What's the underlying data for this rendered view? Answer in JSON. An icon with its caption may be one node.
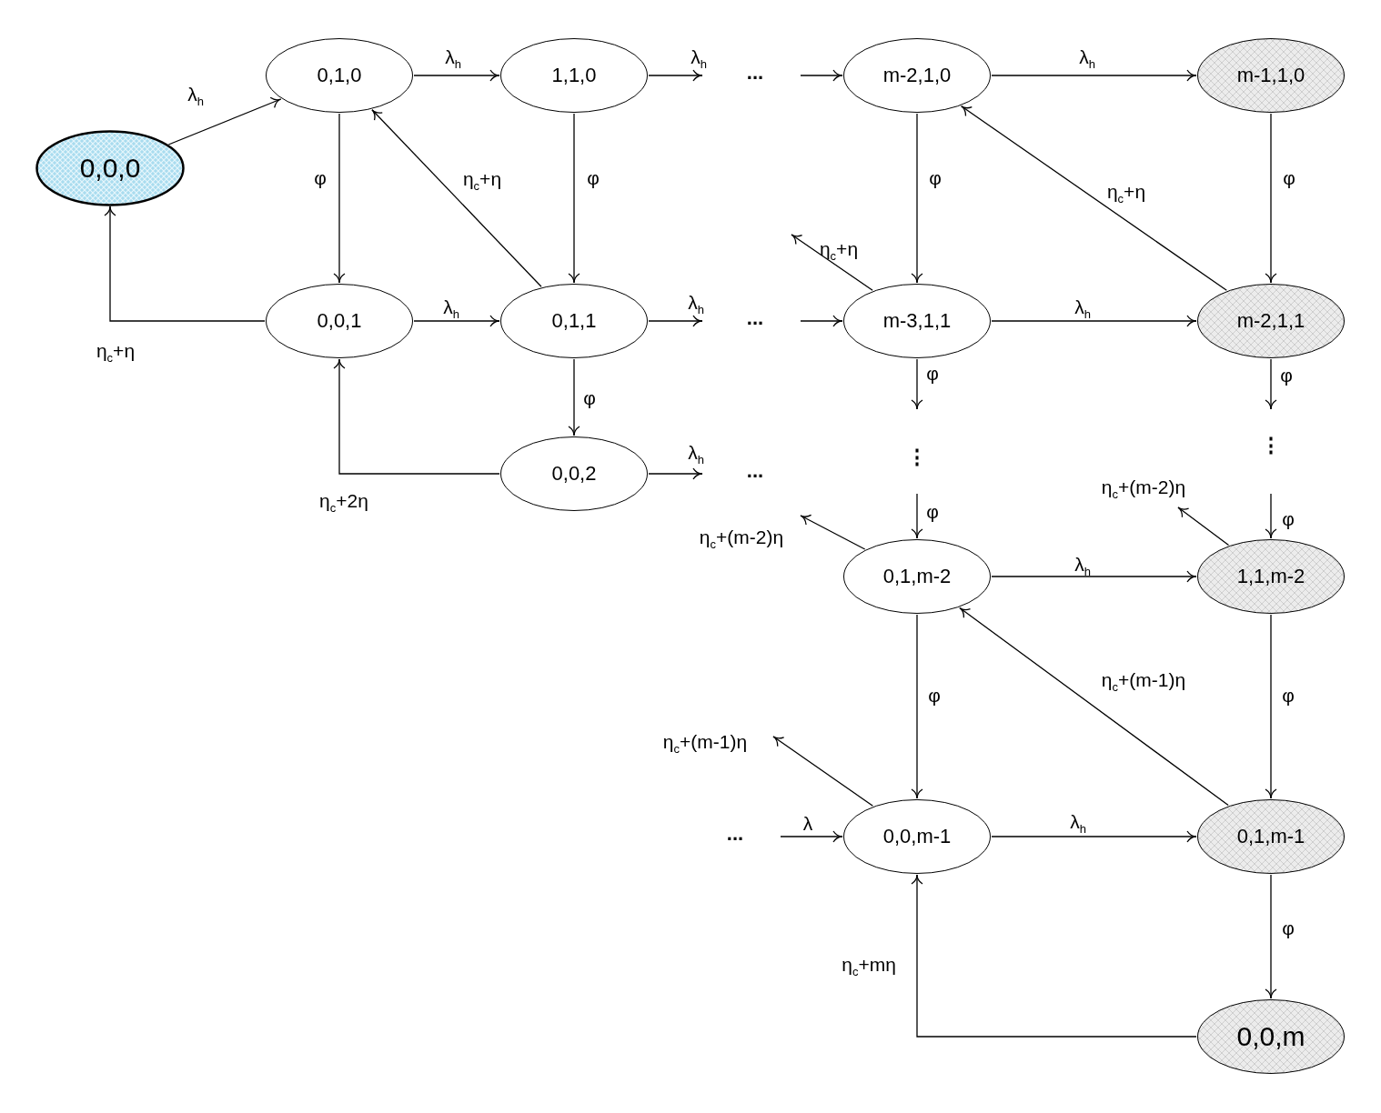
{
  "diagram": {
    "nodes": [
      {
        "text": [
          "0,0,0"
        ]
      },
      {
        "text": [
          "0,1,0"
        ]
      },
      {
        "text": [
          "1,1,0"
        ]
      },
      {
        "text": [
          "m-2,1,0"
        ]
      },
      {
        "text": [
          "m-1,1,0"
        ]
      },
      {
        "text": [
          "0,0,1"
        ]
      },
      {
        "text": [
          "0,1,1"
        ]
      },
      {
        "text": [
          "m-3,1,1"
        ]
      },
      {
        "text": [
          "m-2,1,1"
        ]
      },
      {
        "text": [
          "0,0,2"
        ]
      },
      {
        "text": [
          "0,1,m-2"
        ]
      },
      {
        "text": [
          "1,1,m-2"
        ]
      },
      {
        "text": [
          "0,0,m-1"
        ]
      },
      {
        "text": [
          "0,1,m-1"
        ]
      },
      {
        "text": [
          "0,0,m"
        ]
      }
    ],
    "edges": [
      {
        "from": 0,
        "to": 1,
        "arrow": "to",
        "label": "λ$_{h}$"
      },
      {
        "from": 1,
        "to": 2,
        "arrow": "to",
        "label": "λ$_{h}$"
      },
      {
        "from": 2,
        "to": null,
        "arrow": "to",
        "label": "λ$_{h}$"
      },
      {
        "from": null,
        "to": 3,
        "arrow": "to"
      },
      {
        "from": 3,
        "to": 4,
        "arrow": "to",
        "label": "λ$_{h}$"
      },
      {
        "from": 1,
        "to": 5,
        "arrow": "to",
        "label": "φ"
      },
      {
        "from": 2,
        "to": 6,
        "arrow": "to",
        "label": "φ"
      },
      {
        "from": 3,
        "to": 7,
        "arrow": "to",
        "label": "φ"
      },
      {
        "from": 4,
        "to": 8,
        "arrow": "to",
        "label": "φ"
      },
      {
        "from": 6,
        "to": 1,
        "arrow": "to",
        "label": "η$_{c}$+η"
      },
      {
        "from": 8,
        "to": 3,
        "arrow": "to",
        "label": "η$_{c}$+η"
      },
      {
        "from": 5,
        "to": 0,
        "arrow": "to",
        "label": "η$_{c}$+η"
      },
      {
        "from": 5,
        "to": 6,
        "arrow": "to",
        "label": "λ$_{h}$"
      },
      {
        "from": 6,
        "to": null,
        "arrow": "to",
        "label": "λ$_{h}$"
      },
      {
        "from": null,
        "to": 7,
        "arrow": "to"
      },
      {
        "from": 7,
        "to": 8,
        "arrow": "to",
        "label": "λ$_{h}$"
      },
      {
        "from": 7,
        "to": null,
        "arrow": "to",
        "label": "η$_{c}$+η"
      },
      {
        "from": 6,
        "to": 9,
        "arrow": "to",
        "label": "φ"
      },
      {
        "from": 9,
        "to": 5,
        "arrow": "to",
        "label": "η$_{c}$+2η"
      },
      {
        "from": 9,
        "to": null,
        "arrow": "to",
        "label": "λ$_{h}$"
      },
      {
        "from": 7,
        "to": null,
        "arrow": "to",
        "label": "φ"
      },
      {
        "from": 8,
        "to": null,
        "arrow": "to",
        "label": "φ"
      },
      {
        "from": null,
        "to": 10,
        "arrow": "to",
        "label": "φ"
      },
      {
        "from": null,
        "to": 11,
        "arrow": "to",
        "label": "φ"
      },
      {
        "from": 10,
        "to": null,
        "arrow": "to",
        "label": "η$_{c}$+(m-2)η"
      },
      {
        "from": 11,
        "to": null,
        "arrow": "to",
        "label": "η$_{c}$+(m-2)η"
      },
      {
        "from": 10,
        "to": 11,
        "arrow": "to",
        "label": "λ$_{h}$"
      },
      {
        "from": 10,
        "to": 12,
        "arrow": "to",
        "label": "φ"
      },
      {
        "from": 11,
        "to": 13,
        "arrow": "to",
        "label": "φ"
      },
      {
        "from": 13,
        "to": 10,
        "arrow": "to",
        "label": "η$_{c}$+(m-1)η"
      },
      {
        "from": 12,
        "to": null,
        "arrow": "to",
        "label": "η$_{c}$+(m-1)η"
      },
      {
        "from": null,
        "to": 12,
        "arrow": "to",
        "label": "λ"
      },
      {
        "from": 12,
        "to": 13,
        "arrow": "to",
        "label": "λ$_{h}$"
      },
      {
        "from": 13,
        "to": 14,
        "arrow": "to",
        "label": "φ"
      },
      {
        "from": 14,
        "to": 12,
        "arrow": "to",
        "label": "η$_{c}$+mη"
      }
    ],
    "labels": [
      "...",
      "...",
      "...",
      "⋮",
      "⋮",
      "..."
    ]
  }
}
